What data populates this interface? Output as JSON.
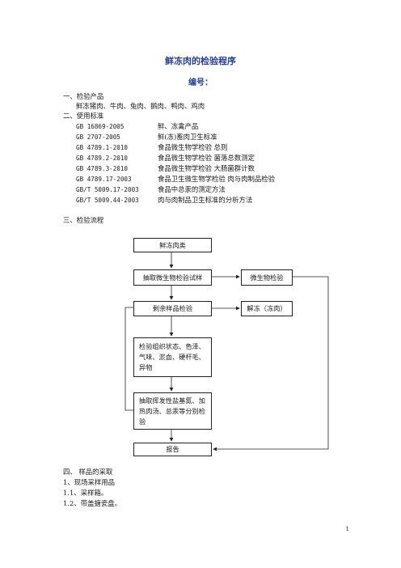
{
  "title": "鲜冻肉的检验程序",
  "code_label": "编号：",
  "sections": {
    "products_heading": "一、检验产品",
    "products_text": "鲜冻猪肉、牛肉、兔肉、鹅肉、鸭肉、鸡肉",
    "standards_heading": "二、使用标准",
    "standards": [
      {
        "code": "GB 16869-2005",
        "name": "鲜、冻禽产品"
      },
      {
        "code": "GB 2707-2005",
        "name": "鲜(冻)畜肉卫生标准"
      },
      {
        "code": "GB 4789.1-2010",
        "name": "食品微生物学检验 总则"
      },
      {
        "code": "GB 4789.2-2010",
        "name": "食品微生物学检验 菌落总数测定"
      },
      {
        "code": "GB 4789.3-2010",
        "name": "食品微生物学检验 大肠菌群计数"
      },
      {
        "code": "GB 4789.17-2003",
        "name": "食品卫生微生物学检验  肉与肉制品检验"
      },
      {
        "code": "GB/T 5009.17-2003",
        "name": "食品中总汞的测定方法"
      },
      {
        "code": "GB/T 5009.44-2003",
        "name": "肉与肉制品卫生标准的分析方法"
      }
    ],
    "flow_heading": "三、检验流程",
    "sampling_heading": "四、 样品的采取",
    "sampling_items": [
      "1、现场采样用品",
      "1.1、采样箱。",
      "1.2、带盖搪瓷盘。"
    ]
  },
  "flowchart": {
    "meat": "鲜冻肉类",
    "sample": "抽取微生物检验试样",
    "micro": "微生物检验",
    "remaining": "剩余样品检验",
    "thaw": "解冻（冻肉）",
    "sensory": "检验组织状态、色泽、气味、淤血、硬杆毛、异物",
    "chemical": "抽取挥发性盐基氮、加热肉汤、总汞等分别检验",
    "report": "报告"
  },
  "page_number": "1"
}
